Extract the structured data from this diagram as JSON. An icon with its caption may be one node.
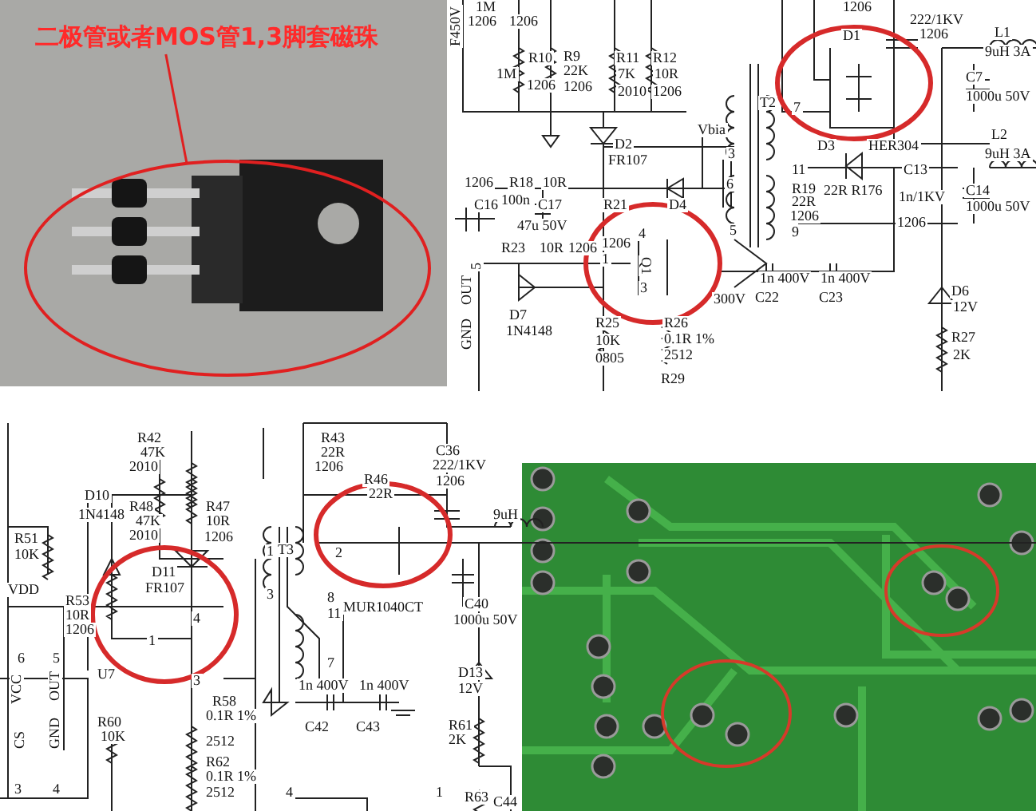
{
  "diagram": {
    "nodes": [
      {
        "text": [
          "二极管或者MOS管1,3脚套磁珠"
        ]
      },
      {
        "text": [],
        "shape": "circle"
      }
    ],
    "edges": [
      {
        "from": 0,
        "to": 1,
        "arrow": "none"
      }
    ],
    "labels": [
      "F450V",
      "1M",
      "1206",
      "1206",
      "1M",
      "R10",
      "R9",
      "22K",
      "1206",
      "1206",
      "R11",
      "R12",
      "7K",
      "10R",
      "2010",
      "1206",
      "D2",
      "FR107",
      "Vbia",
      "3",
      "1206",
      "R18",
      "10R",
      "6",
      "C16",
      "100n",
      "C17",
      "47u 50V",
      "R21",
      "1206",
      "D4",
      "R23",
      "10R",
      "1206",
      "1",
      "4",
      "3",
      "Q1",
      "5",
      "OUT",
      "GND",
      "D7",
      "1N4148",
      "R25",
      "10K",
      "0805",
      "R26",
      "0.1R 1%",
      "2512",
      "R29",
      "5",
      "300V",
      "1206",
      "222/1KV",
      "D1",
      "1206",
      "L1",
      "9uH 3A",
      "C7",
      "1000u 50V",
      "T2",
      "7",
      "D3",
      "HER304",
      "L2",
      "9uH 3A",
      "11",
      "C13",
      "R19",
      "22R",
      "1206",
      "9",
      "22R R176",
      "1n/1KV",
      "1206",
      "C14",
      "1000u 50V",
      "1n 400V",
      "1n 400V",
      "C22",
      "C23",
      "D6",
      "12V",
      "R27",
      "2K",
      "R42",
      "47K",
      "2010",
      "D10",
      "R48",
      "R47",
      "1N4148",
      "47K",
      "10R",
      "R51",
      "2010",
      "1206",
      "10K",
      "D11",
      "VDD",
      "FR107",
      "R53",
      "10R",
      "1206",
      "1",
      "4",
      "3",
      "U7",
      "6",
      "5",
      "VCC",
      "OUT",
      "CS",
      "GND",
      "3",
      "4",
      "R58",
      "0.1R 1%",
      "2512",
      "R60",
      "10K",
      "R62",
      "0.1R 1%",
      "2512",
      "R43",
      "22R",
      "1206",
      "C36",
      "222/1KV",
      "R46",
      "1206",
      "22R",
      "1",
      "T3",
      "3",
      "2",
      "8",
      "MUR1040CT",
      "11",
      "C40",
      "1000u 50V",
      "9uH",
      "7",
      "1n 400V",
      "1n 400V",
      "C42",
      "C43",
      "D13",
      "12V",
      "R61",
      "2K",
      "4",
      "1",
      "R63",
      "C44"
    ]
  }
}
